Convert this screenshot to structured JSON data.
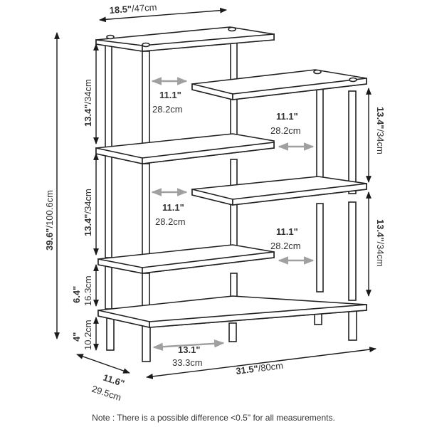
{
  "dimensions": {
    "top_width": {
      "in": "18.5\"",
      "cm": "/47cm"
    },
    "total_height": {
      "in": "39.6\"",
      "cm": "/100.6cm"
    },
    "left_upper_height": {
      "in": "13.4\"",
      "cm": "/34cm"
    },
    "left_mid_height": {
      "in": "13.4\"",
      "cm": "/34cm"
    },
    "left_low_height": {
      "in": "6.4\"",
      "cm": "16.3cm"
    },
    "left_base_height": {
      "in": "4\"",
      "cm": "10.2cm"
    },
    "right_upper_height": {
      "in": "13.4\"",
      "cm": "/34cm"
    },
    "right_lower_height": {
      "in": "13.4\"",
      "cm": "/34cm"
    },
    "gap_1": {
      "in": "11.1\"",
      "cm": "28.2cm"
    },
    "gap_2": {
      "in": "11.1\"",
      "cm": "28.2cm"
    },
    "gap_3": {
      "in": "11.1\"",
      "cm": "28.2cm"
    },
    "gap_4": {
      "in": "11.1\"",
      "cm": "28.2cm"
    },
    "bottom_gap": {
      "in": "13.1\"",
      "cm": "33.3cm"
    },
    "depth": {
      "in": "11.6\"",
      "cm": "29.5cm"
    },
    "total_width": {
      "in": "31.5\"",
      "cm": "/80cm"
    }
  },
  "note": "Note : There is a possible difference <0.5\" for all measurements.",
  "colors": {
    "line": "#222222",
    "arrow": "#1a1a1a",
    "inner_arrow": "#a0a0a0"
  }
}
